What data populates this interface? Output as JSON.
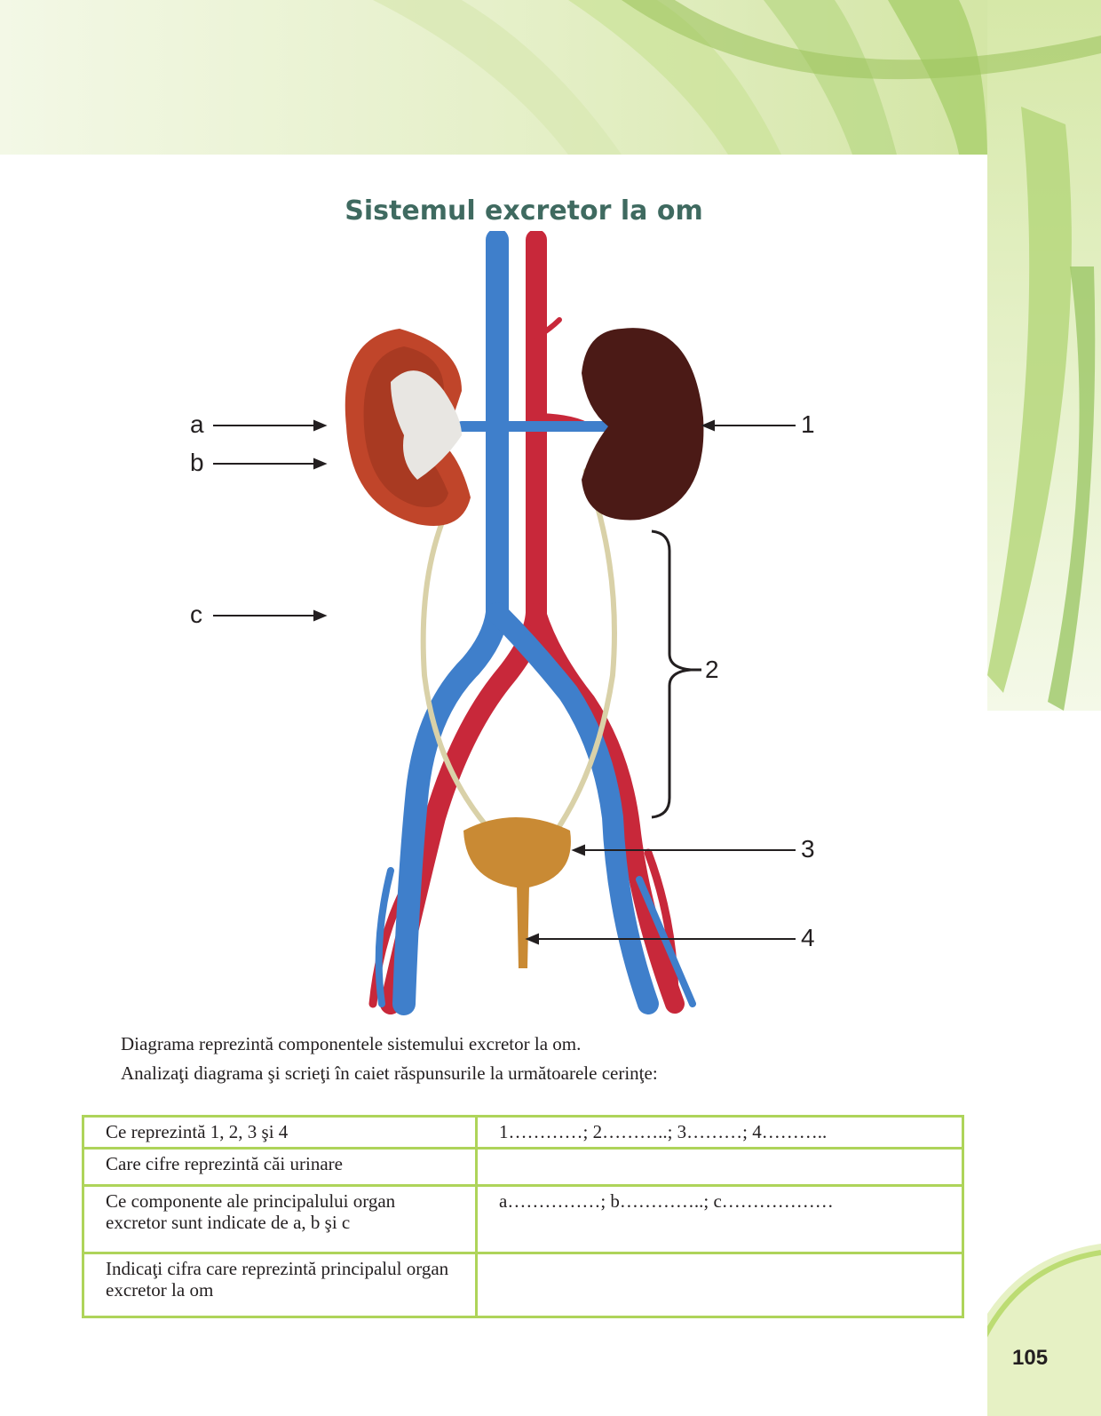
{
  "title": "Sistemul excretor la om",
  "labels": {
    "a": "a",
    "b": "b",
    "c": "c",
    "n1": "1",
    "n2": "2",
    "n3": "3",
    "n4": "4"
  },
  "intro": [
    "Diagrama reprezintă componentele sistemului excretor la om.",
    "Analizaţi diagrama şi scrieţi în caiet răspunsurile la următoarele cerinţe:"
  ],
  "table": [
    {
      "question": "Ce reprezintă 1, 2, 3 şi 4",
      "answer": "1…………; 2………..; 3………; 4……….."
    },
    {
      "question": "Care cifre reprezintă căi urinare",
      "answer": ""
    },
    {
      "question": "Ce componente ale principalului organ excretor sunt indicate de a, b şi c",
      "answer": "a……………; b…………..; c………………"
    },
    {
      "question": "Indicaţi cifra care reprezintă principalul organ excretor la om",
      "answer": ""
    }
  ],
  "page_number": "105",
  "colors": {
    "title": "#3f6a60",
    "table_border": "#aed45a",
    "vein": "#3f7fcb",
    "artery": "#c8283a",
    "kidney_section": "#c0452a",
    "kidney_whole": "#4b1a16",
    "bladder": "#c98a34",
    "leaves": "#b8d67a"
  }
}
